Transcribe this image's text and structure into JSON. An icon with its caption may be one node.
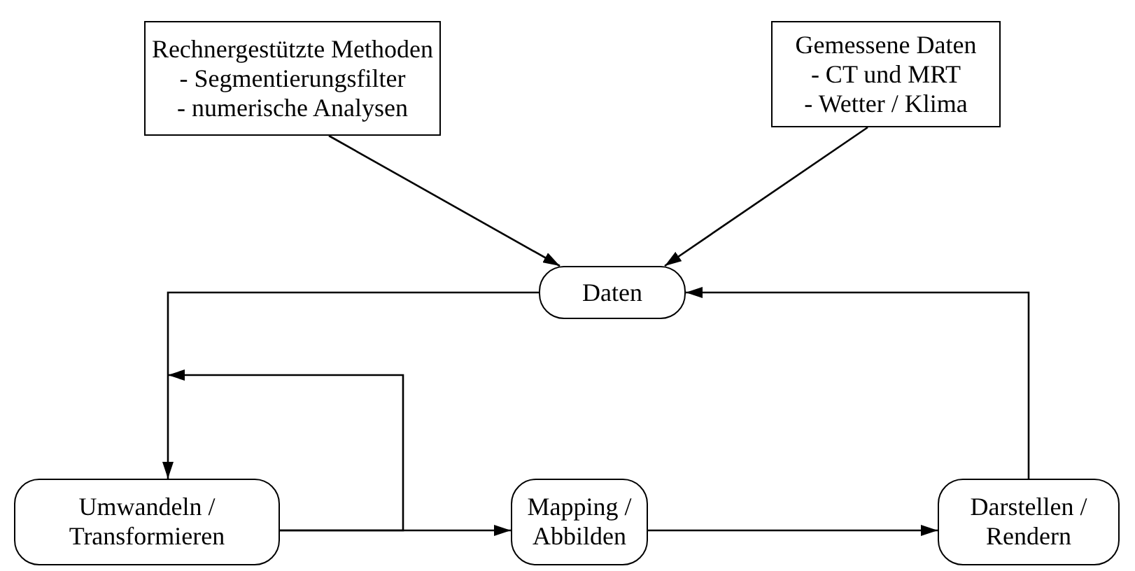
{
  "diagram": {
    "nodes": [
      {
        "text": [
          "Rechnergestützte Methoden",
          "- Segmentierungsfilter",
          "- numerische Analysen"
        ]
      },
      {
        "text": [
          "Gemessene Daten",
          "- CT und MRT",
          "- Wetter / Klima"
        ]
      },
      {
        "text": [
          "Daten"
        ]
      },
      {
        "text": [
          "Umwandeln / Transformieren"
        ]
      },
      {
        "text": [
          "Mapping / Abbilden"
        ]
      },
      {
        "text": [
          "Darstellen / Rendern"
        ]
      }
    ],
    "edges": [
      {
        "from": 0,
        "to": 2,
        "arrow": "to"
      },
      {
        "from": 1,
        "to": 2,
        "arrow": "to"
      },
      {
        "from": 2,
        "to": 3,
        "arrow": "to"
      },
      {
        "from": 3,
        "to": 4,
        "arrow": "to"
      },
      {
        "from": 3,
        "to": 3,
        "arrow": "to"
      },
      {
        "from": 4,
        "to": 5,
        "arrow": "to"
      },
      {
        "from": 5,
        "to": 2,
        "arrow": "to"
      }
    ]
  }
}
